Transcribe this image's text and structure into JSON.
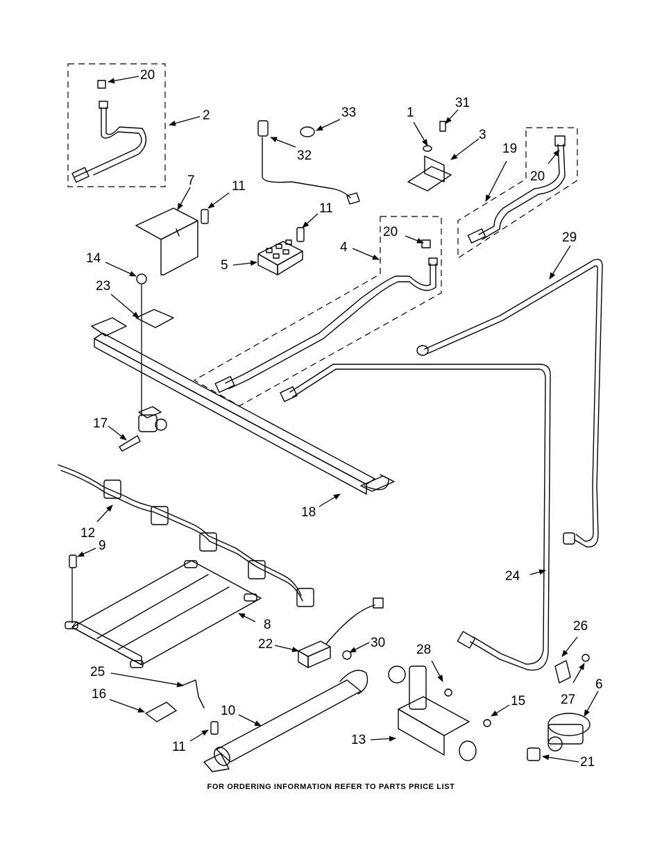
{
  "diagram": {
    "callouts": [
      "1",
      "2",
      "3",
      "4",
      "5",
      "6",
      "7",
      "8",
      "9",
      "10",
      "11",
      "11",
      "11",
      "12",
      "13",
      "14",
      "15",
      "16",
      "17",
      "18",
      "19",
      "20",
      "20",
      "20",
      "21",
      "22",
      "23",
      "24",
      "25",
      "26",
      "27",
      "28",
      "29",
      "30",
      "31",
      "32",
      "33"
    ]
  },
  "footer": {
    "text": "FOR ORDERING INFORMATION REFER TO PARTS PRICE LIST"
  }
}
